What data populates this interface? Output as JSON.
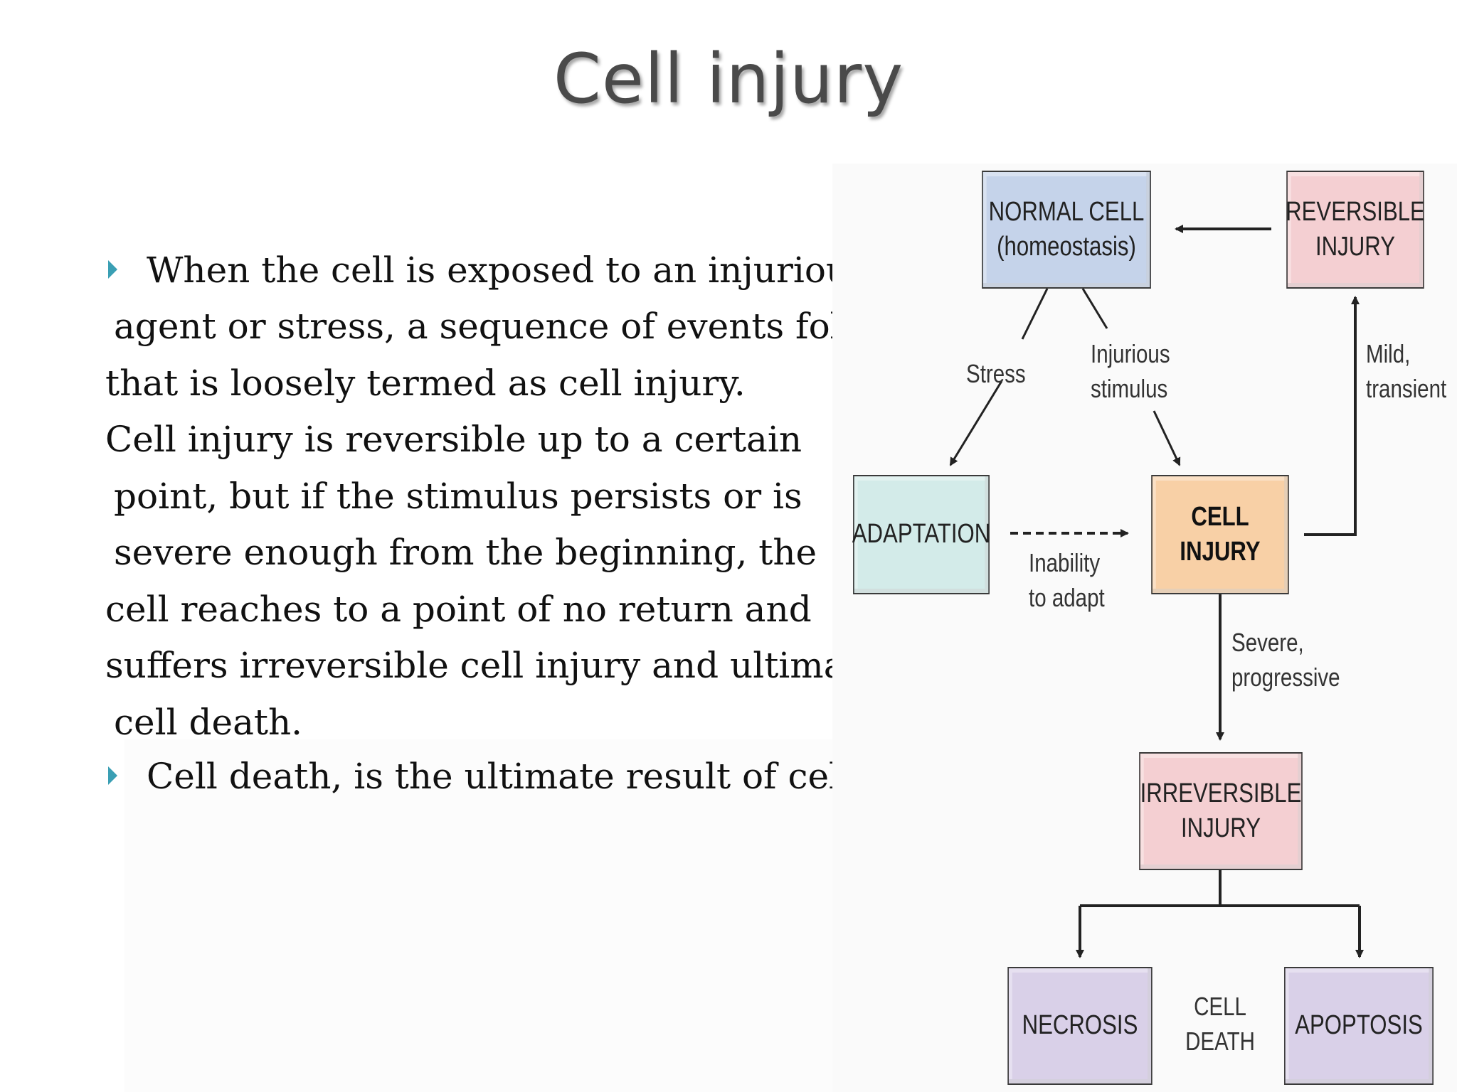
{
  "title": "Cell injury",
  "body": {
    "lines": [
      "When the cell is exposed to an injurious",
      "agent or stress, a sequence of events follows",
      "that is loosely termed as cell injury.",
      "Cell injury is reversible up to a certain",
      "point, but if the stimulus persists or is",
      "severe enough from the beginning, the",
      "cell reaches to a point of no return and",
      "suffers irreversible cell injury and ultimately",
      "cell death.",
      "Cell death, is the ultimate result of cell injury"
    ]
  },
  "diagram": {
    "normal_cell": "NORMAL CELL\n(homeostasis)",
    "reversible_injury": "REVERSIBLE\nINJURY",
    "adaptation": "ADAPTATION",
    "cell_injury": "CELL INJURY",
    "irreversible_injury": "IRREVERSIBLE\nINJURY",
    "necrosis": "NECROSIS",
    "apoptosis": "APOPTOSIS",
    "cell_death": "CELL\nDEATH",
    "stress": "Stress",
    "injurious_stimulus": "Injurious\nstimulus",
    "mild_transient": "Mild,\ntransient",
    "inability_to_adapt": "Inability\nto adapt",
    "severe_progressive": "Severe,\nprogressive"
  },
  "colors": {
    "normal_cell": "#c5d3ea",
    "reversible_injury": "#f4cfd2",
    "adaptation": "#d3ebe9",
    "cell_injury": "#f8d0a6",
    "irreversible_injury": "#f4cfd2",
    "cell_death_boxes": "#d9d0e8",
    "bullet": "#3a9fb4"
  }
}
